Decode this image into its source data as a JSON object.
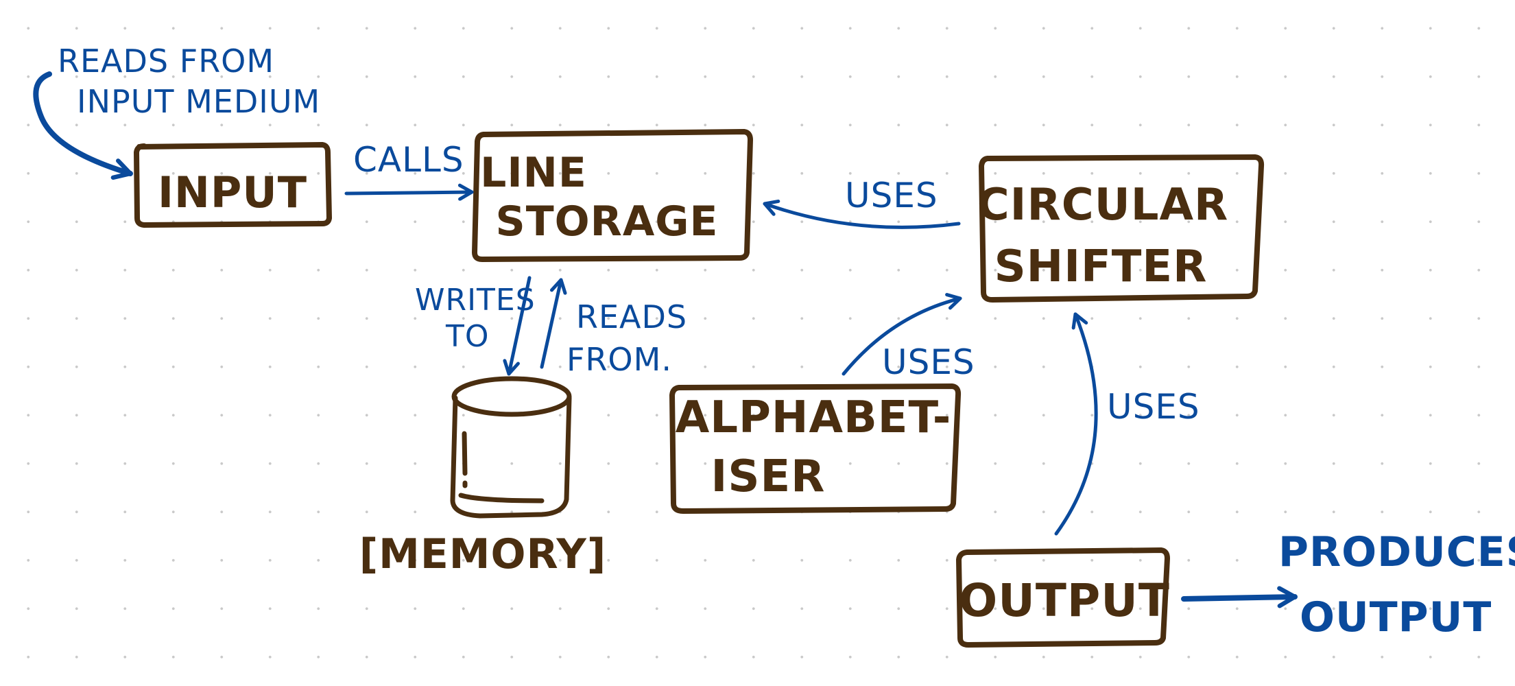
{
  "colors": {
    "box_stroke": "#4a2e10",
    "arrow": "#0a4a9c",
    "dot_grid": "#c9c9c9",
    "background": "#ffffff"
  },
  "nodes": {
    "input": {
      "label": "INPUT"
    },
    "line_storage": {
      "line1": "LINE",
      "line2": "STORAGE"
    },
    "circular_shifter": {
      "line1": "CIRCULAR",
      "line2": "SHIFTER"
    },
    "alphabetiser": {
      "line1": "ALPHABET-",
      "line2": "ISER"
    },
    "output": {
      "label": "OUTPUT"
    },
    "memory": {
      "label": "[MEMORY]"
    }
  },
  "edges": {
    "reads_from_input": {
      "line1": "READS FROM",
      "line2": "INPUT MEDIUM"
    },
    "calls": {
      "label": "CALLS"
    },
    "shifter_uses_storage": {
      "label": "USES"
    },
    "writes_to": {
      "line1": "WRITES",
      "line2": "TO"
    },
    "reads_from": {
      "line1": "READS",
      "line2": "FROM."
    },
    "alphabetiser_uses_shifter": {
      "label": "USES"
    },
    "output_uses_shifter": {
      "label": "USES"
    },
    "produces_output": {
      "line1": "PRODUCES",
      "line2": "OUTPUT"
    }
  }
}
